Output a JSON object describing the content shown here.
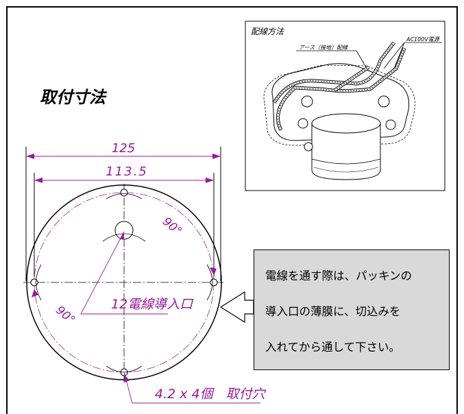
{
  "title": "取付寸法",
  "wiring": {
    "title": "配線方法",
    "earth_label": "アース（接地）配線",
    "power_label": "AC100V電源"
  },
  "dimensions": {
    "outer_width": "125",
    "inner_width": "113.5",
    "angle_top": "90°",
    "angle_bottom": "90°",
    "wire_inlet": "12電線導入口",
    "mounting_holes": "4.2 x 4個　取付穴"
  },
  "note": {
    "lines": [
      "電線を通す際は、パッキンの",
      "導入口の薄膜に、切込みを",
      "入れてから通して下さい。"
    ]
  },
  "colors": {
    "dimension": "#9a1a9a",
    "note_bg": "#d9d9d9"
  }
}
